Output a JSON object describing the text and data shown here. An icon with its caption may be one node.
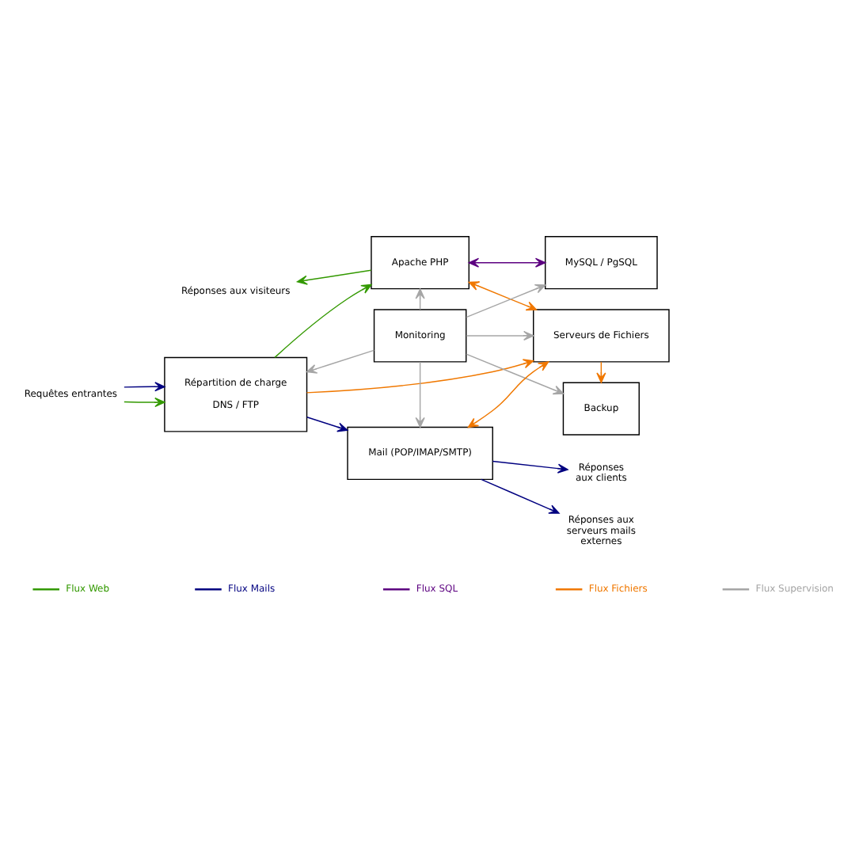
{
  "diagram": {
    "nodes": [
      {
        "text": [
          "Réponses aux visiteurs"
        ]
      },
      {
        "text": [
          "Apache PHP"
        ]
      },
      {
        "text": [
          "MySQL / PgSQL"
        ]
      },
      {
        "text": [
          "Répartition de charge",
          "DNS / FTP"
        ]
      },
      {
        "text": [
          "Monitoring"
        ]
      },
      {
        "text": [
          "Serveurs de Fichiers"
        ]
      },
      {
        "text": [
          "Mail (POP/IMAP/SMTP)"
        ]
      },
      {
        "text": [
          "Requêtes entrantes"
        ]
      },
      {
        "text": [
          "Backup"
        ]
      },
      {
        "text": [
          "Réponses aux clients"
        ]
      },
      {
        "text": [
          "Réponses aux serveurs mails externes"
        ]
      }
    ],
    "edges": [
      {
        "from": 1,
        "to": 0,
        "arrow": "to",
        "color": "#339900"
      },
      {
        "from": 3,
        "to": 1,
        "arrow": "to",
        "color": "#339900"
      },
      {
        "from": 1,
        "to": 2,
        "arrow": "both",
        "color": "#5c0080"
      },
      {
        "from": 4,
        "to": 1,
        "arrow": "to"
      },
      {
        "from": 4,
        "to": 2,
        "arrow": "to"
      },
      {
        "from": 4,
        "to": 3,
        "arrow": "to"
      },
      {
        "from": 4,
        "to": 5,
        "arrow": "to"
      },
      {
        "from": 1,
        "to": 5,
        "arrow": "both",
        "color": "#f07800"
      },
      {
        "from": 3,
        "to": 5,
        "arrow": "to",
        "color": "#f07800"
      },
      {
        "from": 4,
        "to": 6,
        "arrow": "to"
      },
      {
        "from": 4,
        "to": 8,
        "arrow": "to"
      },
      {
        "from": 3,
        "to": 6,
        "arrow": "to",
        "color": "#000080"
      },
      {
        "from": 6,
        "to": 5,
        "arrow": "both",
        "color": "#f07800"
      },
      {
        "from": 5,
        "to": 8,
        "arrow": "to",
        "color": "#f07800"
      },
      {
        "from": 7,
        "to": 3,
        "arrow": "to",
        "color": "#339900"
      },
      {
        "from": 7,
        "to": 3,
        "arrow": "to",
        "color": "#000080"
      },
      {
        "from": 6,
        "to": 9,
        "arrow": "to",
        "color": "#000080"
      },
      {
        "from": 6,
        "to": 10,
        "arrow": "to",
        "color": "#000080"
      }
    ],
    "legend": [
      {
        "text": "Flux Web",
        "color": "#339900"
      },
      {
        "text": "Flux Mails",
        "color": "#000080"
      },
      {
        "text": "Flux SQL",
        "color": "#5c0080"
      },
      {
        "text": "Flux Fichiers",
        "color": "#f07800"
      },
      {
        "text": "Flux Supervision",
        "color": "#a6a6a6"
      }
    ]
  }
}
